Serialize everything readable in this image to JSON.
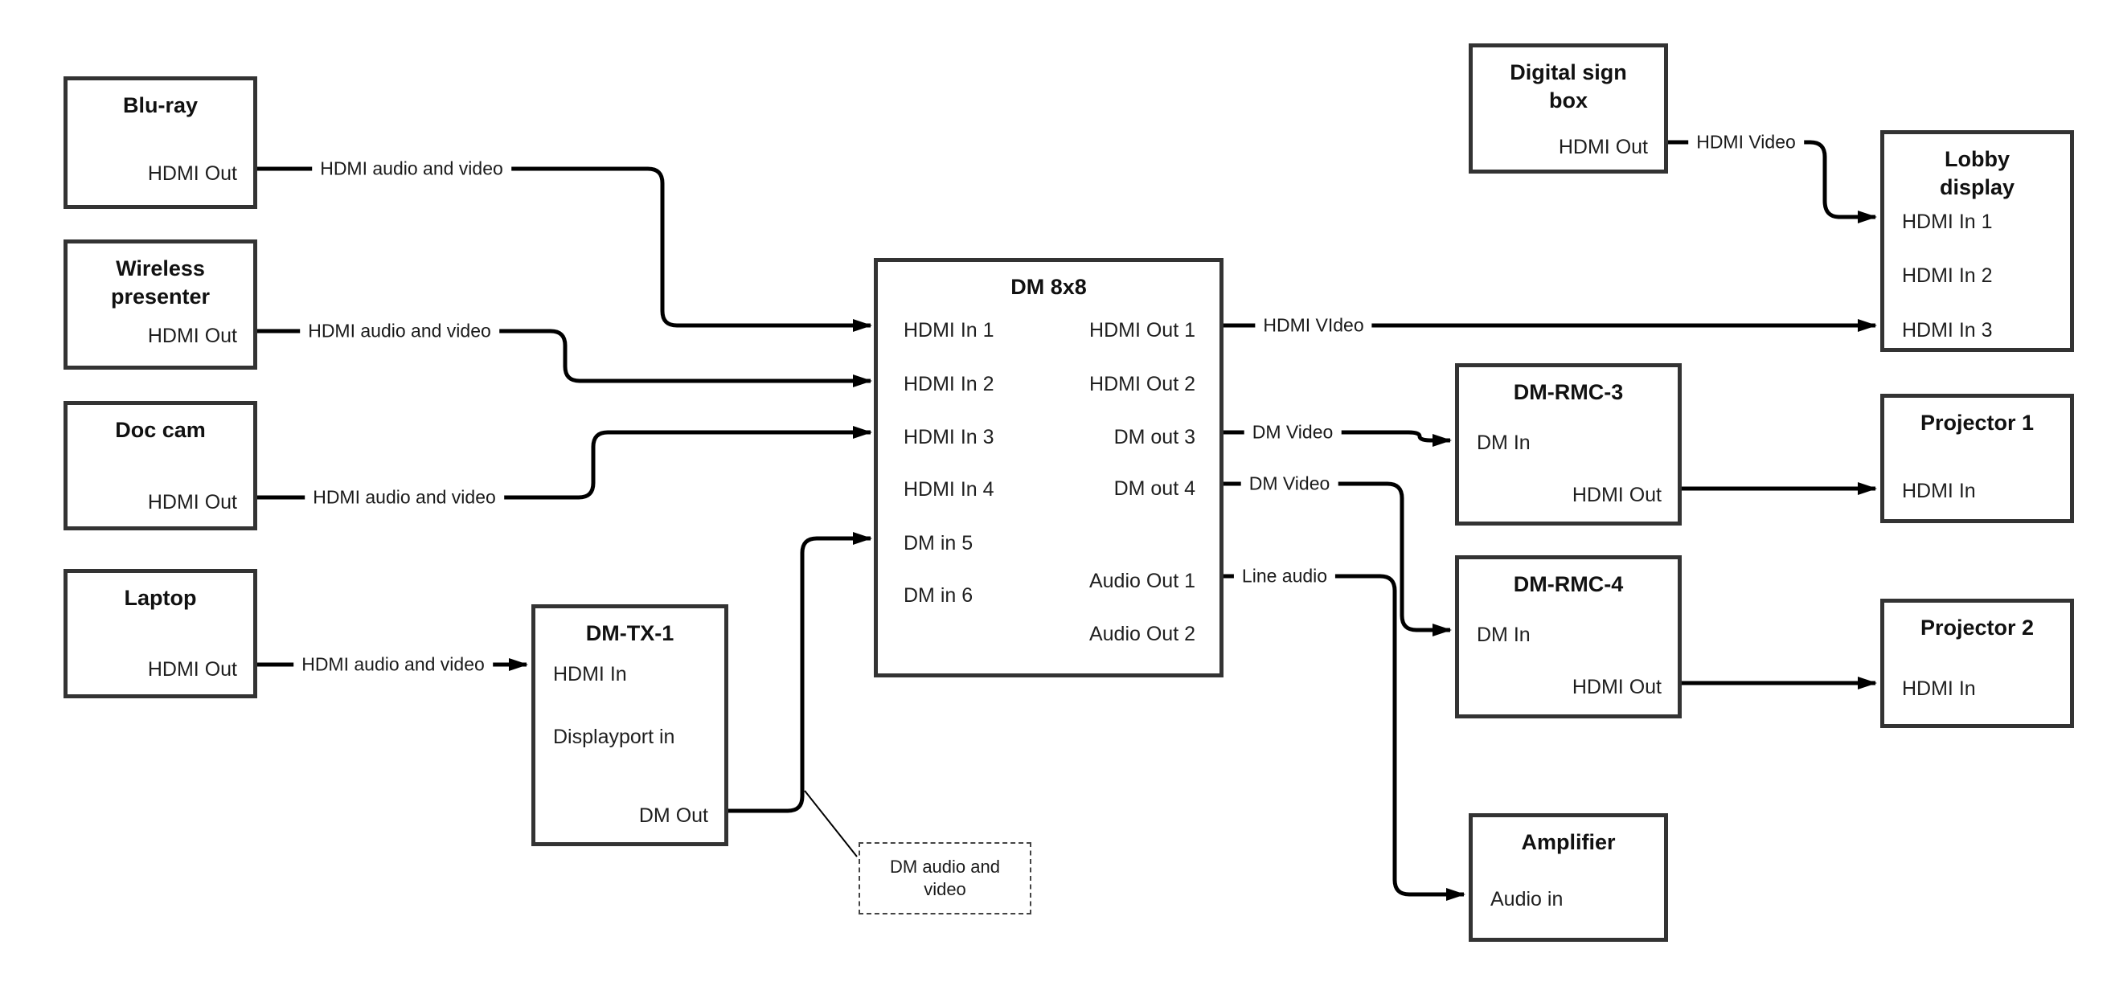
{
  "diagram": {
    "background_color": "#ffffff",
    "line_color": "#000000",
    "box_border_color": "#333333",
    "text_color": "#1a1a1a"
  },
  "nodes": {
    "bluray": {
      "title": "Blu-ray",
      "ports": {
        "hdmi_out": "HDMI Out"
      }
    },
    "wireless_presenter": {
      "title": "Wireless presenter",
      "ports": {
        "hdmi_out": "HDMI Out"
      }
    },
    "doc_cam": {
      "title": "Doc cam",
      "ports": {
        "hdmi_out": "HDMI Out"
      }
    },
    "laptop": {
      "title": "Laptop",
      "ports": {
        "hdmi_out": "HDMI Out"
      }
    },
    "dm_tx_1": {
      "title": "DM-TX-1",
      "ports": {
        "hdmi_in": "HDMI In",
        "displayport_in": "Displayport in",
        "dm_out": "DM Out"
      }
    },
    "dm_8x8": {
      "title": "DM 8x8",
      "ports": {
        "hdmi_in_1": "HDMI In 1",
        "hdmi_in_2": "HDMI In 2",
        "hdmi_in_3": "HDMI In 3",
        "hdmi_in_4": "HDMI In 4",
        "dm_in_5": "DM in 5",
        "dm_in_6": "DM in 6",
        "hdmi_out_1": "HDMI Out 1",
        "hdmi_out_2": "HDMI Out 2",
        "dm_out_3": "DM out 3",
        "dm_out_4": "DM out 4",
        "audio_out_1": "Audio Out 1",
        "audio_out_2": "Audio Out 2"
      }
    },
    "digital_sign_box": {
      "title": "Digital sign box",
      "ports": {
        "hdmi_out": "HDMI Out"
      }
    },
    "lobby_display": {
      "title": "Lobby display",
      "ports": {
        "hdmi_in_1": "HDMI In 1",
        "hdmi_in_2": "HDMI In 2",
        "hdmi_in_3": "HDMI In 3"
      }
    },
    "dm_rmc_3": {
      "title": "DM-RMC-3",
      "ports": {
        "dm_in": "DM In",
        "hdmi_out": "HDMI Out"
      }
    },
    "projector_1": {
      "title": "Projector 1",
      "ports": {
        "hdmi_in": "HDMI In"
      }
    },
    "dm_rmc_4": {
      "title": "DM-RMC-4",
      "ports": {
        "dm_in": "DM In",
        "hdmi_out": "HDMI Out"
      }
    },
    "projector_2": {
      "title": "Projector 2",
      "ports": {
        "hdmi_in": "HDMI In"
      }
    },
    "amplifier": {
      "title": "Amplifier",
      "ports": {
        "audio_in": "Audio in"
      }
    }
  },
  "connection_labels": {
    "bluray_to_dm8x8": "HDMI audio and video",
    "wireless_to_dm8x8": "HDMI audio and video",
    "doccam_to_dm8x8": "HDMI audio and video",
    "laptop_to_dmtx1": "HDMI audio and video",
    "hdmiout1_to_lobby": "HDMI VIdeo",
    "digitalsign_to_lobby": "HDMI Video",
    "dmout3_to_rmc3": "DM Video",
    "dmout4_to_rmc4": "DM Video",
    "audioout1_to_amplifier": "Line audio"
  },
  "note": {
    "text": "DM audio and video"
  }
}
